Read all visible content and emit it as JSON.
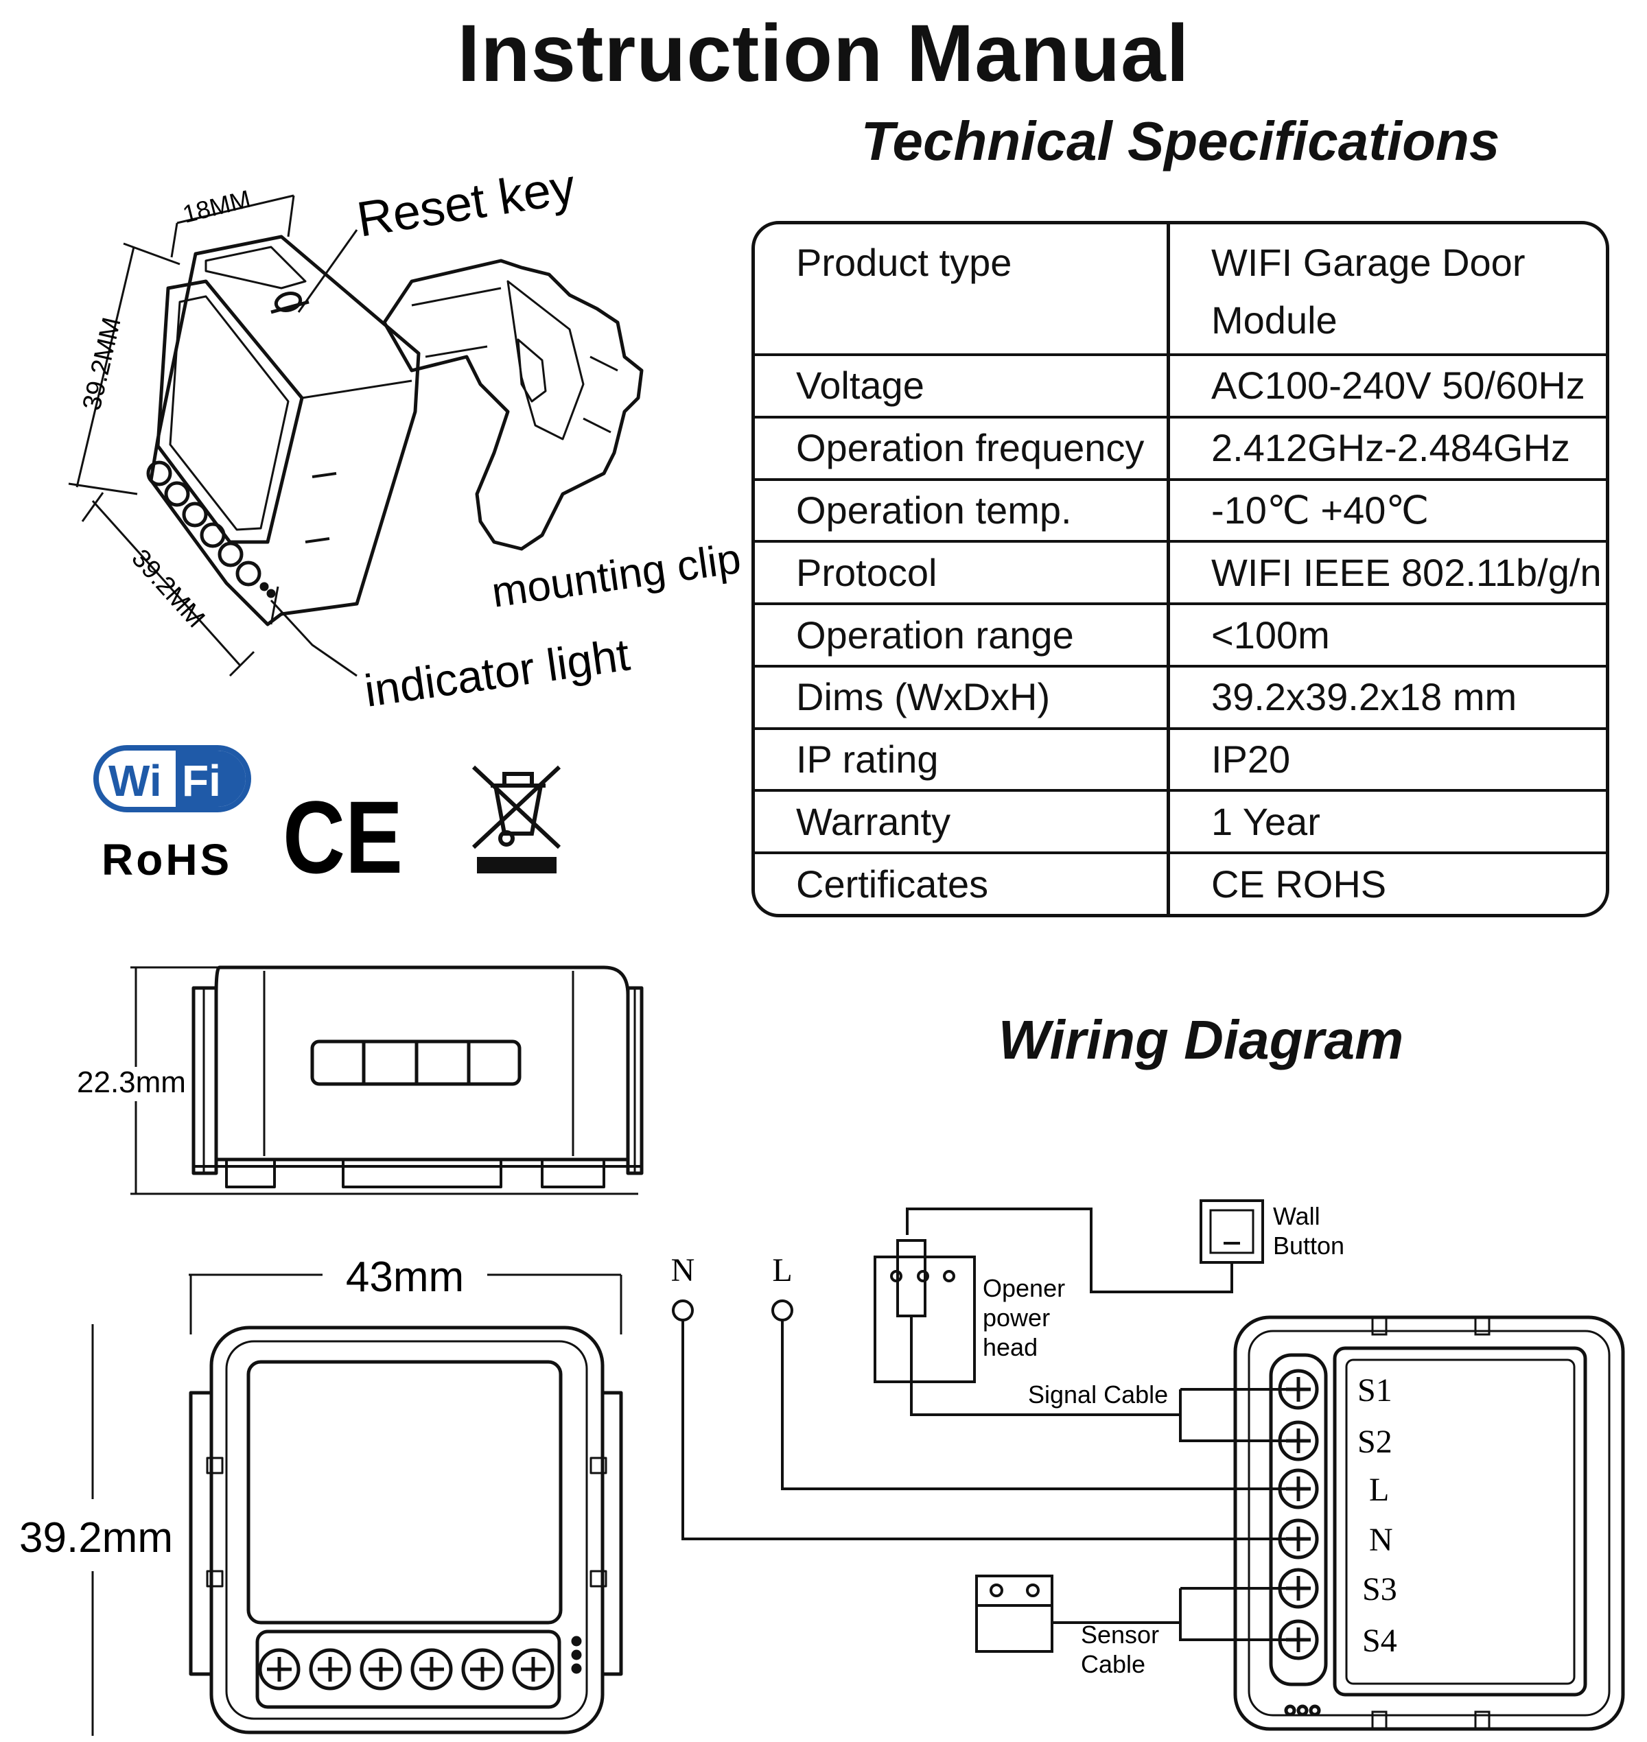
{
  "title": "Instruction Manual",
  "specifications": {
    "heading": "Technical Specifications",
    "rows": [
      {
        "label": "Product type",
        "value": "WIFI Garage Door\n Module"
      },
      {
        "label": "Voltage",
        "value": "AC100-240V 50/60Hz"
      },
      {
        "label": "Operation frequency",
        "value": "2.412GHz-2.484GHz"
      },
      {
        "label": "Operation temp.",
        "value": "-10℃ +40℃"
      },
      {
        "label": "Protocol",
        "value": "WIFI IEEE 802.11b/g/n"
      },
      {
        "label": "Operation range",
        "value": "<100m"
      },
      {
        "label": "Dims (WxDxH)",
        "value": "39.2x39.2x18 mm"
      },
      {
        "label": "IP rating",
        "value": "IP20"
      },
      {
        "label": "Warranty",
        "value": "1 Year"
      },
      {
        "label": "Certificates",
        "value": "CE ROHS"
      }
    ]
  },
  "device_drawing": {
    "dim_top": "18MM",
    "dim_left": "39.2MM",
    "dim_bottom": "39.2MM",
    "label_reset": "Reset key",
    "label_clip": "mounting clip",
    "label_indicator": "indicator light"
  },
  "certification_logos": {
    "wifi_left": "Wi",
    "wifi_right": "Fi",
    "rohs": "RoHS",
    "ce": "CE"
  },
  "side_view": {
    "height_label": "22.3mm"
  },
  "front_view": {
    "width_label": "43mm",
    "height_label": "39.2mm"
  },
  "wiring": {
    "heading": "Wiring Diagram",
    "supply_n": "N",
    "supply_l": "L",
    "wall_button": [
      "Wall",
      "Button"
    ],
    "opener": [
      "Opener",
      "power",
      "head"
    ],
    "signal_cable": "Signal Cable",
    "sensor_cable": [
      "Sensor",
      "Cable"
    ],
    "terminals": [
      "S1",
      "S2",
      "L",
      "N",
      "S3",
      "S4"
    ]
  }
}
